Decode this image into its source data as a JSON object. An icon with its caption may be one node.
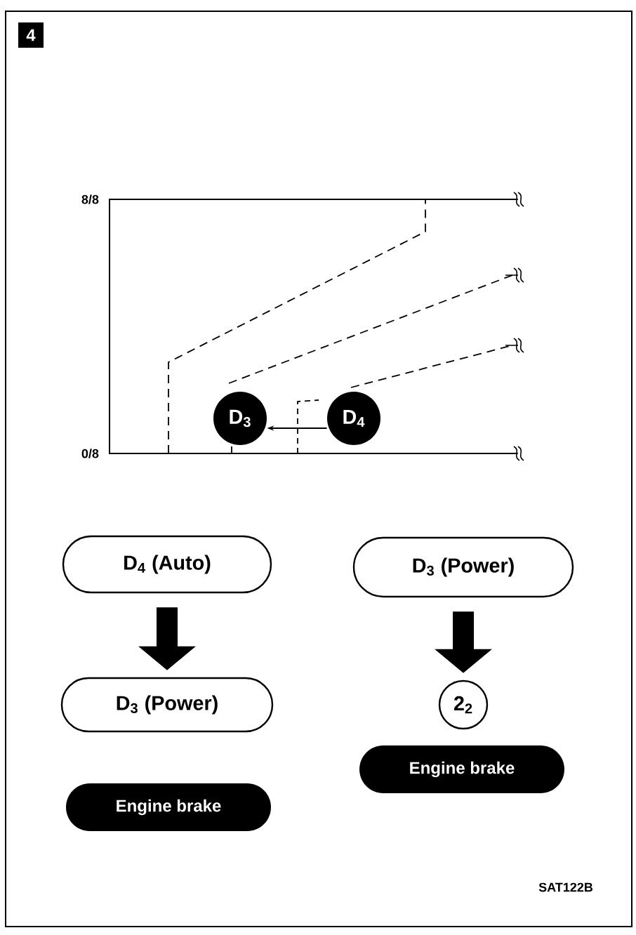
{
  "diagram": {
    "nodes": [
      {
        "text": [
          "D$_{3}$"
        ]
      },
      {
        "text": [
          "D$_{4}$"
        ]
      },
      {
        "text": [
          "D$_{4}$ (Auto)"
        ]
      },
      {
        "text": [
          "D$_{3}$ (Power)"
        ]
      },
      {
        "text": [
          "D$_{3}$ (Power)"
        ]
      },
      {
        "text": [
          "2$_{2}$"
        ]
      },
      {
        "text": [
          "Engine brake"
        ]
      },
      {
        "text": [
          "Engine brake"
        ]
      }
    ],
    "edges": [
      {
        "from": 1,
        "to": 0,
        "arrow": "to"
      },
      {
        "from": 2,
        "to": 3,
        "arrow": "to"
      },
      {
        "from": 4,
        "to": 5,
        "arrow": "to"
      }
    ],
    "labels": [
      "4",
      "8/8",
      "0/8",
      "SAT122B"
    ]
  }
}
